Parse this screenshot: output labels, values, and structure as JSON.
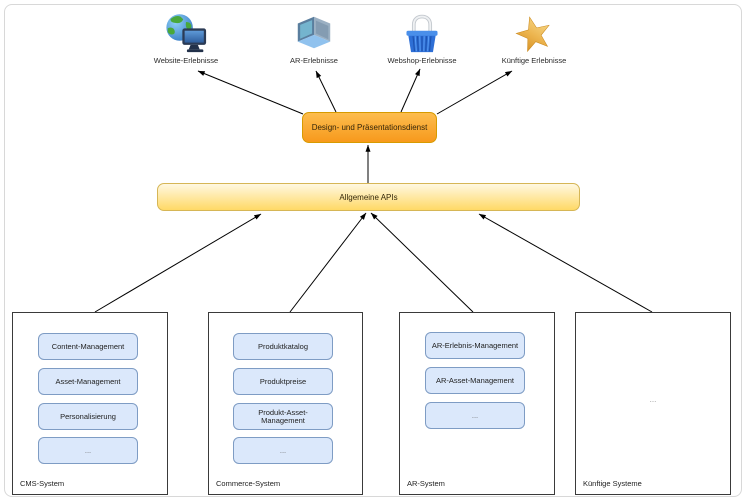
{
  "experiences": [
    {
      "icon": "website-icon",
      "label": "Website-Erlebnisse"
    },
    {
      "icon": "ar-icon",
      "label": "AR-Erlebnisse"
    },
    {
      "icon": "webshop-icon",
      "label": "Webshop-Erlebnisse"
    },
    {
      "icon": "star-icon",
      "label": "Künftige Erlebnisse"
    }
  ],
  "presentation_layer": {
    "label": "Design- und Präsentationsdienst"
  },
  "api_layer": {
    "label": "Allgemeine APIs"
  },
  "systems": [
    {
      "name": "CMS-System",
      "modules": [
        "Content-Management",
        "Asset-Management",
        "Personalisierung",
        "..."
      ]
    },
    {
      "name": "Commerce-System",
      "modules": [
        "Produktkatalog",
        "Produktpreise",
        "Produkt-Asset-Management",
        "..."
      ]
    },
    {
      "name": "AR-System",
      "modules": [
        "AR-Erlebnis-Management",
        "AR-Asset-Management",
        "..."
      ]
    },
    {
      "name": "Künftige Systeme",
      "modules": [],
      "placeholder": "..."
    }
  ],
  "colors": {
    "design_box_top": "#FDBD4E",
    "design_box_bottom": "#F7991C",
    "design_box_border": "#D79B00",
    "api_box_top": "#FFF8E1",
    "api_box_bottom": "#FFD966",
    "api_box_border": "#D6B656",
    "module_fill": "#DBE8FB",
    "module_border": "#7E9CC4",
    "system_border": "#3A3A3A",
    "arrow": "#000000",
    "frame_border": "#D8D8D8"
  }
}
